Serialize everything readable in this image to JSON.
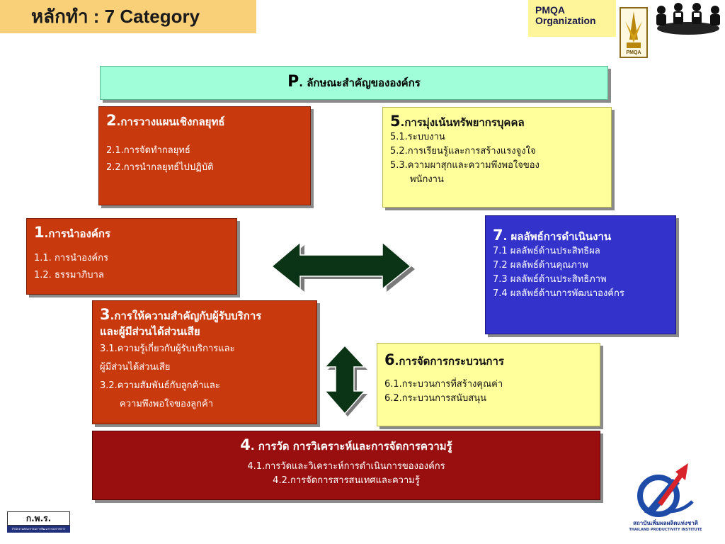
{
  "header": {
    "title": "หลักทำ : 7 Category"
  },
  "badge": {
    "line1": "PMQA",
    "line2": "Organization",
    "emblem_label": "PMQA"
  },
  "boxes": {
    "p": {
      "num": "P",
      "title": ". ลักษณะสำคัญขององค์กร",
      "color": "#a0ffd8"
    },
    "c2": {
      "num": "2",
      "title": ".การวางแผนเชิงกลยุทธ์",
      "items": [
        "2.1.การจัดทำกลยุทธ์",
        "2.2.การนำกลยุทธ์ไปปฏิบัติ"
      ],
      "color": "#c8390e"
    },
    "c5": {
      "num": "5",
      "title": ".การมุ่งเน้นทรัพยากรบุคคล",
      "items": [
        "5.1.ระบบงาน",
        "5.2.การเรียนรู้และการสร้างแรงจูงใจ",
        "5.3.ความผาสุกและความพึงพอใจของ",
        "พนักงาน"
      ],
      "color": "#ffff9c"
    },
    "c1": {
      "num": "1",
      "title": ".การนำองค์กร",
      "items": [
        "1.1. การนำองค์กร",
        "1.2. ธรรมาภิบาล"
      ],
      "color": "#c8390e"
    },
    "c7": {
      "num": "7",
      "title": ". ผลลัพธ์การดำเนินงาน",
      "items": [
        "7.1 ผลลัพธ์ด้านประสิทธิผล",
        "7.2 ผลลัพธ์ด้านคุณภาพ",
        "7.3 ผลลัพธ์ด้านประสิทธิภาพ",
        "7.4 ผลลัพธ์ด้านการพัฒนาองค์กร"
      ],
      "color": "#3333cc"
    },
    "c3": {
      "num": "3",
      "title": ".การให้ความสำคัญกับผู้รับบริการ",
      "title2": "และผู้มีส่วนได้ส่วนเสีย",
      "items": [
        "3.1.ความรู้เกี่ยวกับผู้รับบริการและ",
        "ผู้มีส่วนได้ส่วนเสีย",
        "3.2.ความสัมพันธ์กับลูกค้าและ",
        "ความพึงพอใจของลูกค้า"
      ],
      "color": "#c8390e"
    },
    "c6": {
      "num": "6",
      "title": ".การจัดการกระบวนการ",
      "items": [
        "6.1.กระบวนการที่สร้างคุณค่า",
        "6.2.กระบวนการสนับสนุน"
      ],
      "color": "#ffff9c"
    },
    "c4": {
      "num": "4",
      "title": ". การวัด การวิเคราะห์และการจัดการความรู้",
      "items": [
        "4.1.การวัดและวิเคราะห์การดำเนินการขององค์กร",
        "4.2.การจัดการสารสนเทศและความรู้"
      ],
      "color": "#990f0f"
    }
  },
  "footer": {
    "left_logo_text": "ก.พ.ร.",
    "left_logo_sub": "สำนักงานคณะกรรมการพัฒนาระบบราชการ",
    "right_logo_th": "สถาบันเพิ่มผลผลิตแห่งชาติ",
    "right_logo_en": "THAILAND PRODUCTIVITY INSTITUTE"
  }
}
